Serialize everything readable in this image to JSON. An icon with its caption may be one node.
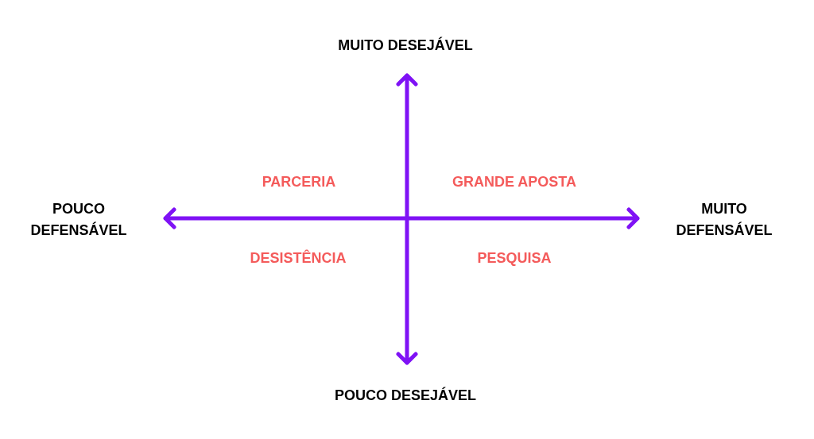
{
  "diagram": {
    "labels": [
      "MUITO DESEJÁVEL",
      "PARCERIA",
      "GRANDE APOSTA",
      "POUCO DEFENSÁVEL",
      "MUITO DEFENSÁVEL",
      "DESISTÊNCIA",
      "PESQUISA",
      "POUCO DESEJÁVEL"
    ]
  }
}
